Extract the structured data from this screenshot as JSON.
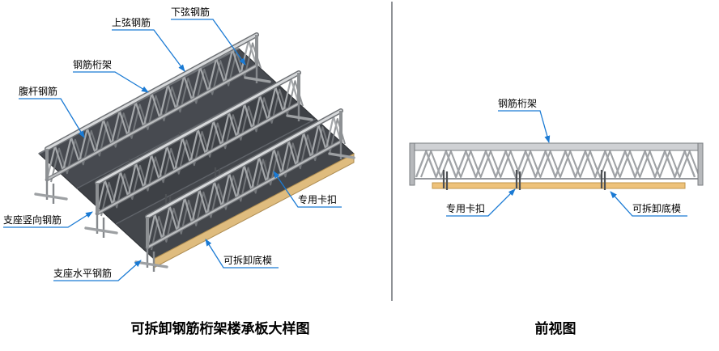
{
  "colors": {
    "accent": "#1a7ad4",
    "deck": "#43464b",
    "formwork_wood": "#dfbc7e",
    "steel_light": "#d7d9db",
    "steel_mid": "#a4a7aa",
    "steel_dark": "#7d8084"
  },
  "left_view": {
    "caption": "可拆卸钢筋桁架楼承板大样图",
    "labels": {
      "upper_chord": "上弦钢筋",
      "lower_chord": "下弦钢筋",
      "truss": "钢筋桁架",
      "web_bar": "腹杆钢筋",
      "support_vertical": "支座竖向钢筋",
      "support_horizontal": "支座水平钢筋",
      "clip": "专用卡扣",
      "formwork": "可拆卸底模"
    }
  },
  "right_view": {
    "caption": "前视图",
    "labels": {
      "truss": "钢筋桁架",
      "clip": "专用卡扣",
      "formwork": "可拆卸底模"
    }
  }
}
